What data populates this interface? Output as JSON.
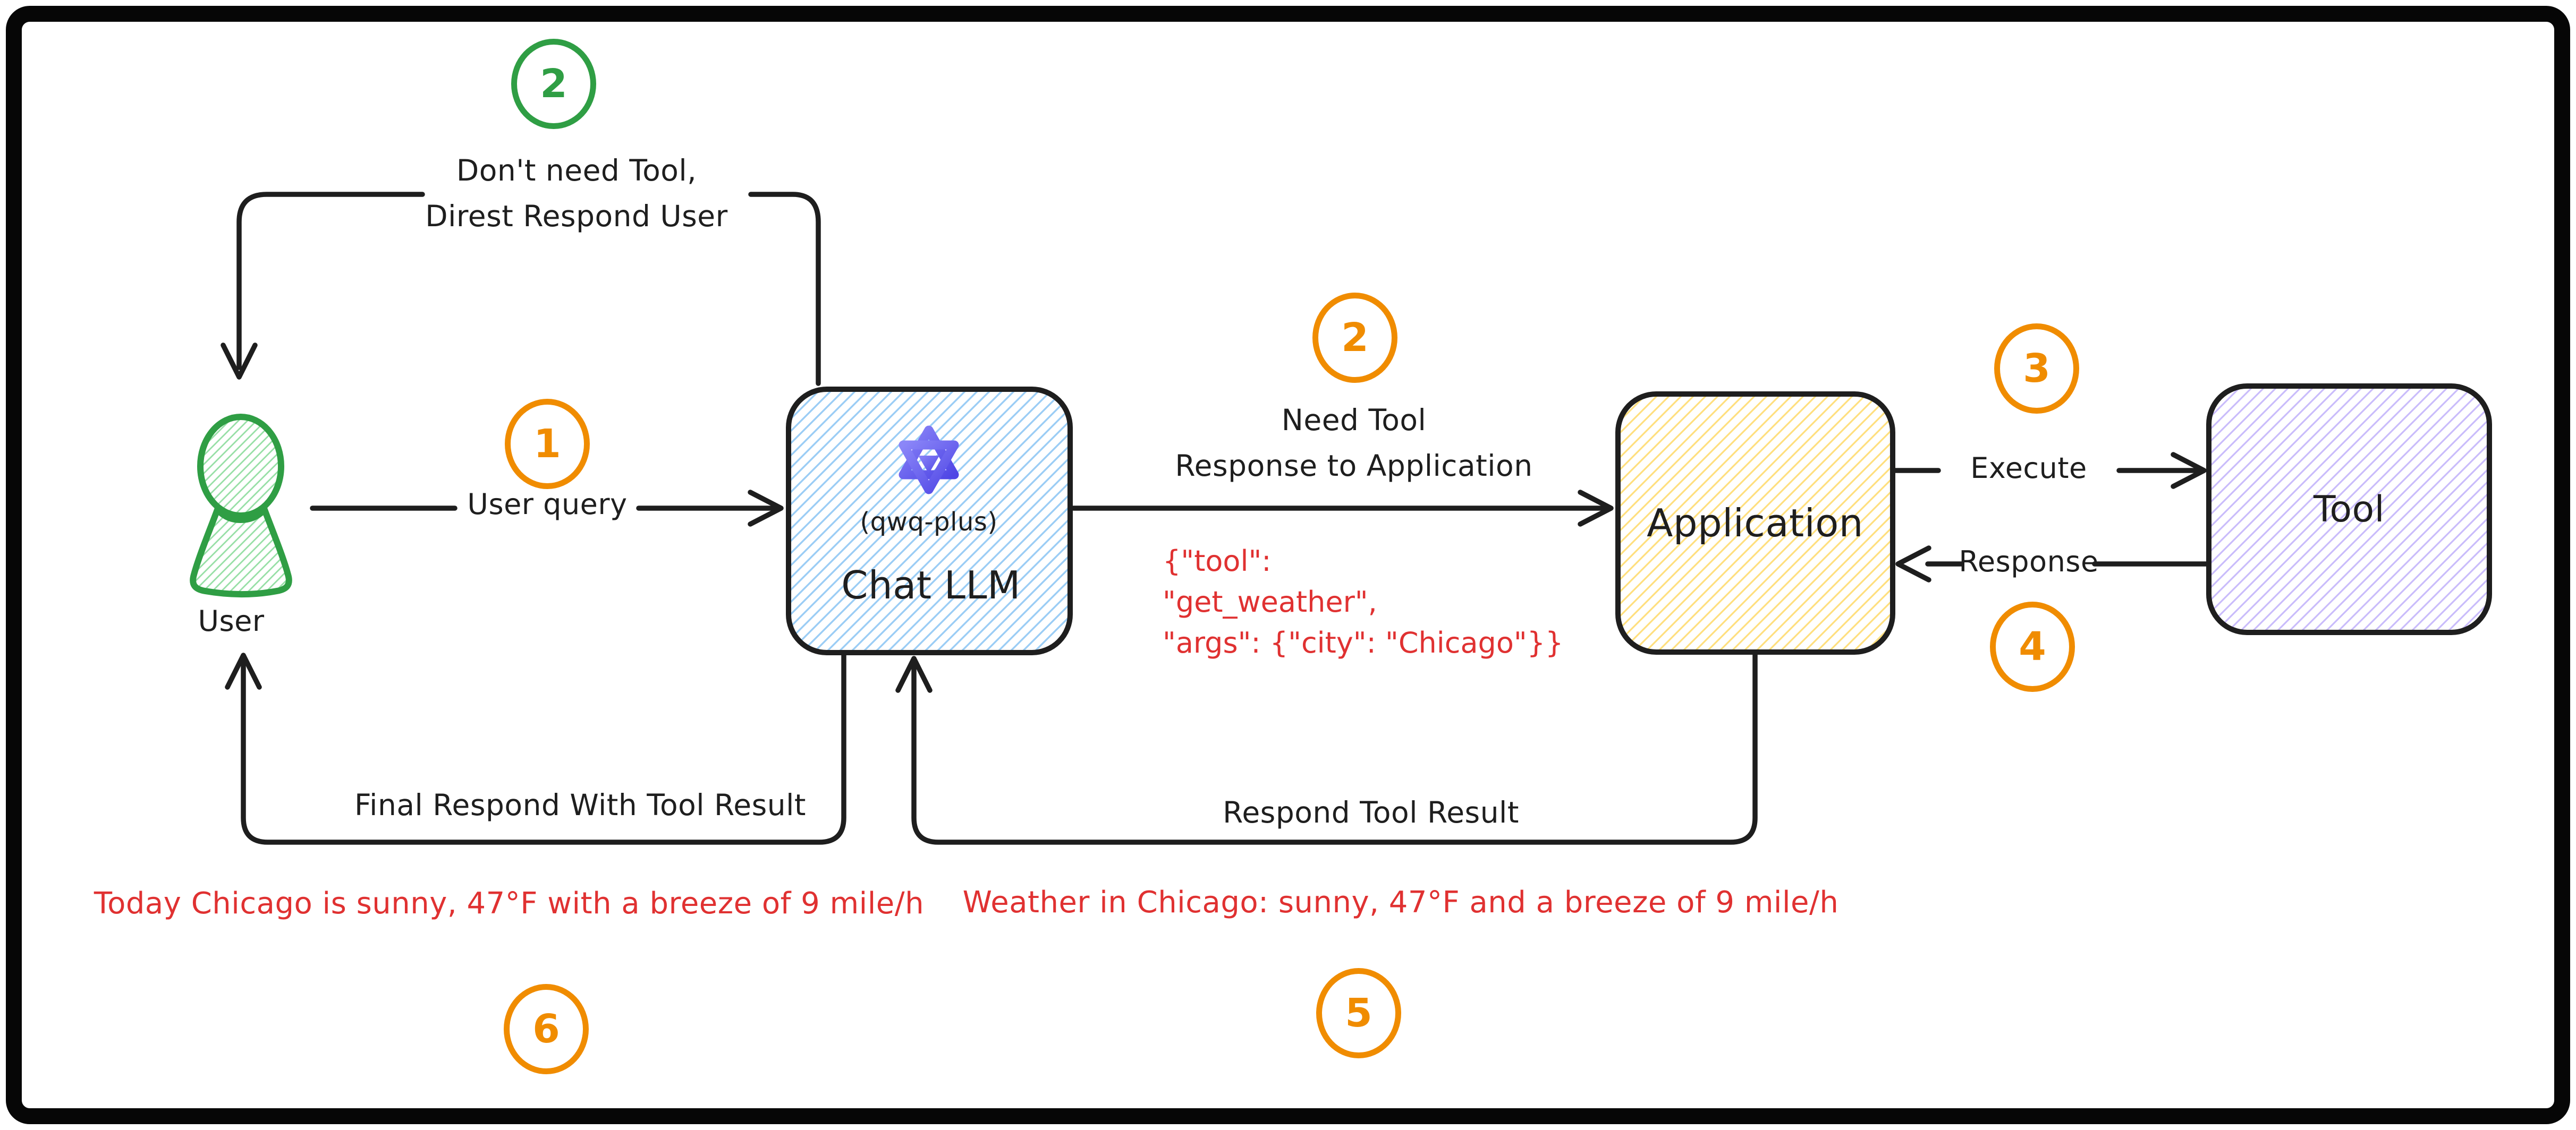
{
  "diagram": {
    "nodes": {
      "user": {
        "label": "User"
      },
      "chat_llm": {
        "model": "(qwq-plus)",
        "title": "Chat LLM"
      },
      "application": {
        "title": "Application"
      },
      "tool": {
        "title": "Tool"
      }
    },
    "steps": {
      "direct_no_tool": "2",
      "user_query": "1",
      "need_tool": "2",
      "execute": "3",
      "response": "4",
      "respond_tool_result": "5",
      "final_respond": "6"
    },
    "edges": {
      "user_query": {
        "label": "User query"
      },
      "no_tool": {
        "line1": "Don't need Tool,",
        "line2": "Direst Respond User"
      },
      "need_tool": {
        "line1": "Need Tool",
        "line2": "Response to Application"
      },
      "execute": {
        "label": "Execute"
      },
      "response": {
        "label": "Response"
      },
      "respond_tool_result": {
        "label": "Respond Tool Result"
      },
      "final_respond": {
        "label": "Final Respond With Tool Result"
      }
    },
    "annotations": {
      "tool_call_line1": "{\"tool\":",
      "tool_call_line2": "\"get_weather\",",
      "tool_call_line3": "\"args\": {\"city\": \"Chicago\"}}",
      "tool_result": "Weather in Chicago: sunny, 47°F and a breeze of 9 mile/h",
      "final_answer": "Today Chicago is sunny, 47°F with a breeze of 9 mile/h"
    },
    "colors": {
      "ink": "#1e1e1e",
      "green": "#2f9e44",
      "orange": "#f08c00",
      "red": "#e03131",
      "blue_hatch": "#9bcdf5",
      "yellow_hatch": "#ffdf7e",
      "purple_hatch": "#c9bcfb",
      "green_hatch": "#97dfa6"
    }
  }
}
